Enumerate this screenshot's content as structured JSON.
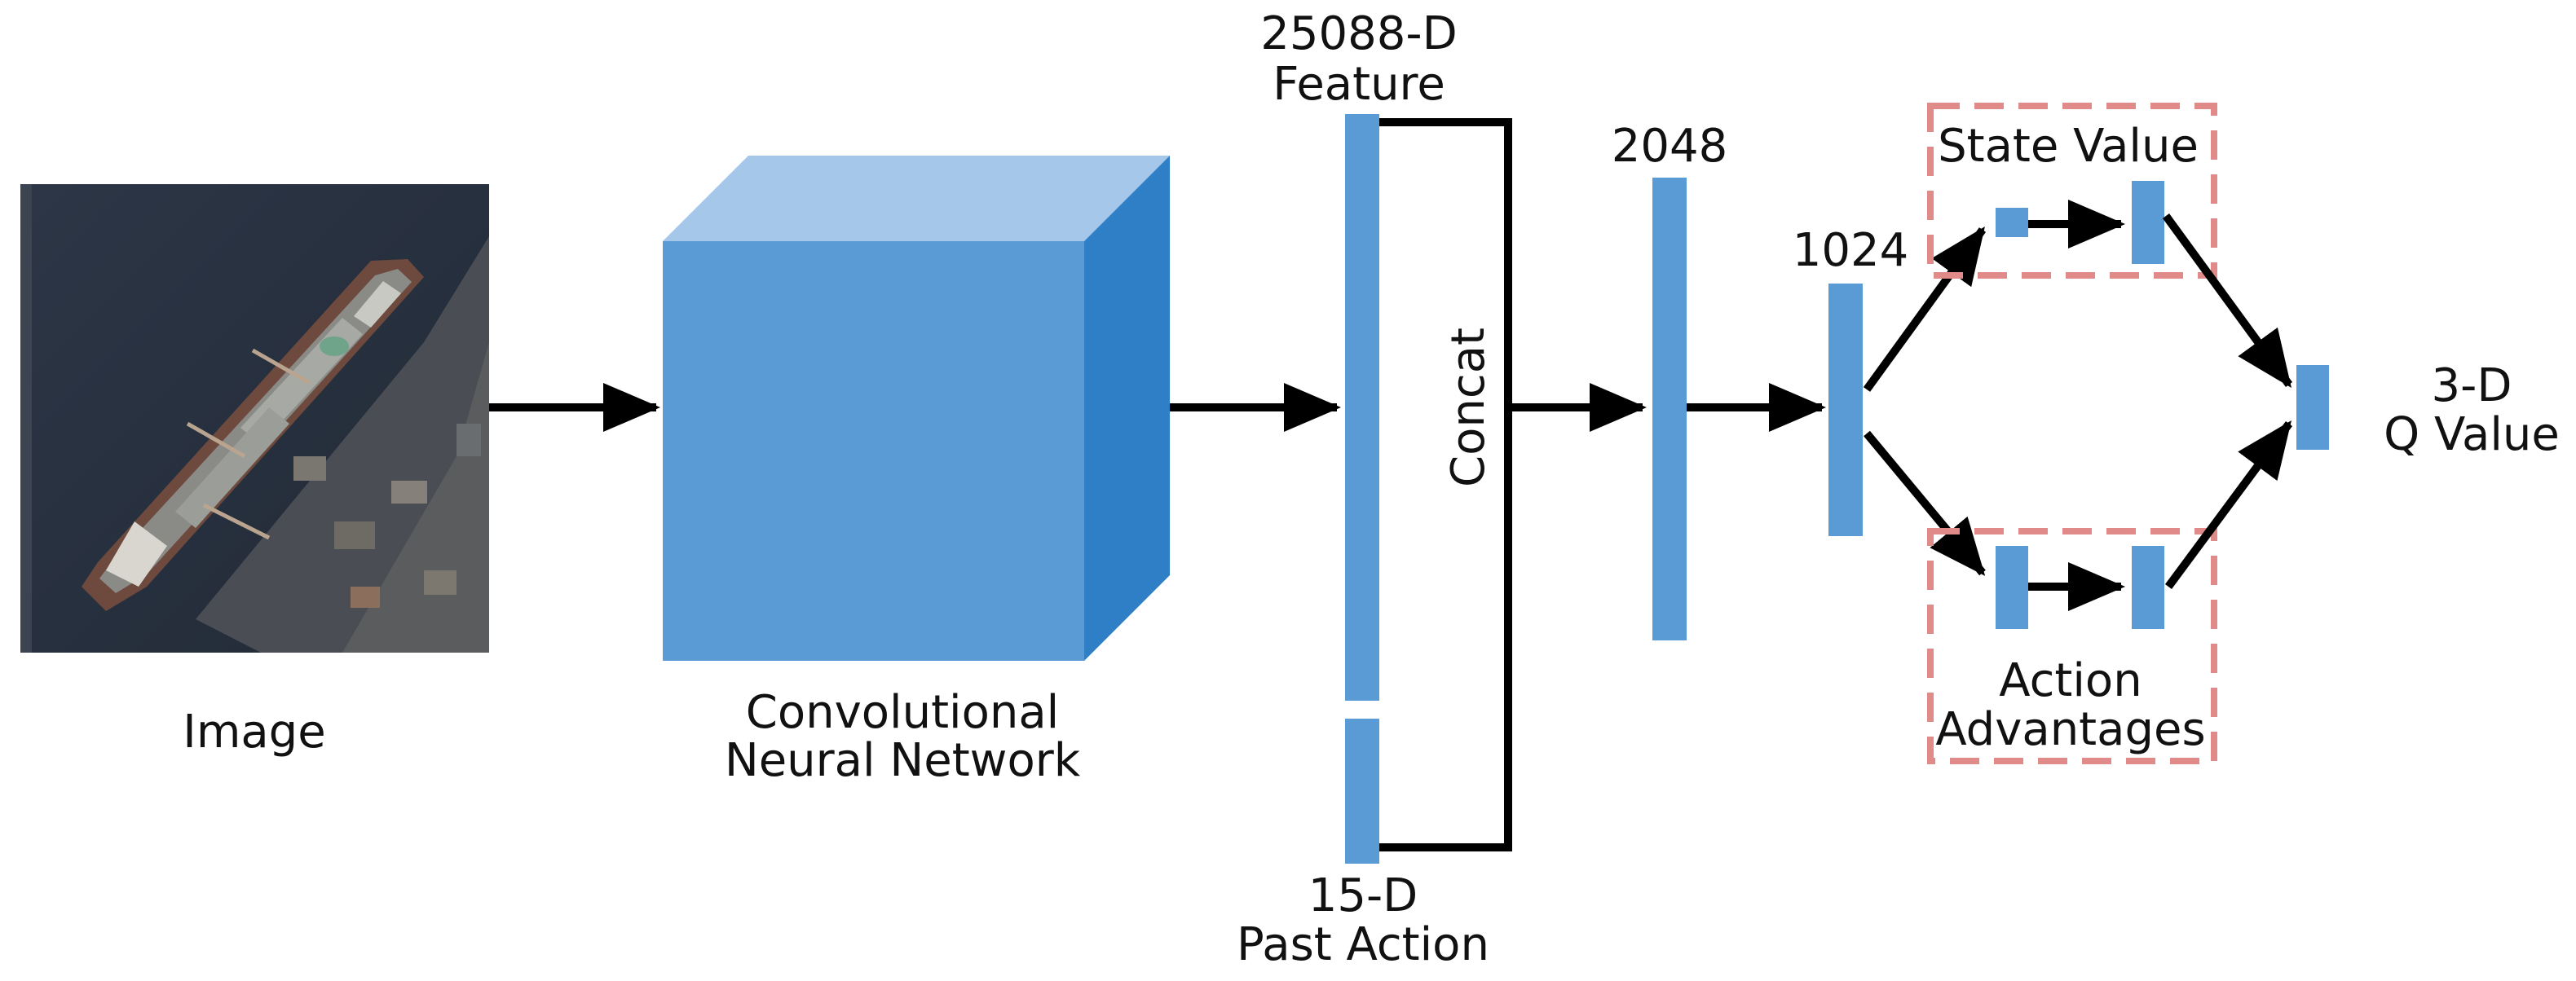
{
  "labels": {
    "image": "Image",
    "cnn_line1": "Convolutional",
    "cnn_line2": "Neural Network",
    "feature_line1": "25088-D",
    "feature_line2": "Feature",
    "action_line1": "15-D",
    "action_line2": "Past Action",
    "concat": "Concat",
    "fc2048": "2048",
    "fc1024": "1024",
    "state_value": "State Value",
    "advantages_line1": "Action",
    "advantages_line2": "Advantages",
    "q_line1": "3-D",
    "q_line2": "Q Value"
  },
  "colors": {
    "bar": "#5b9bd5",
    "cube_front": "#5b9bd5",
    "cube_top": "#a5c8ea",
    "cube_side": "#2f7fc6",
    "dashed_box": "#e08a8a"
  }
}
